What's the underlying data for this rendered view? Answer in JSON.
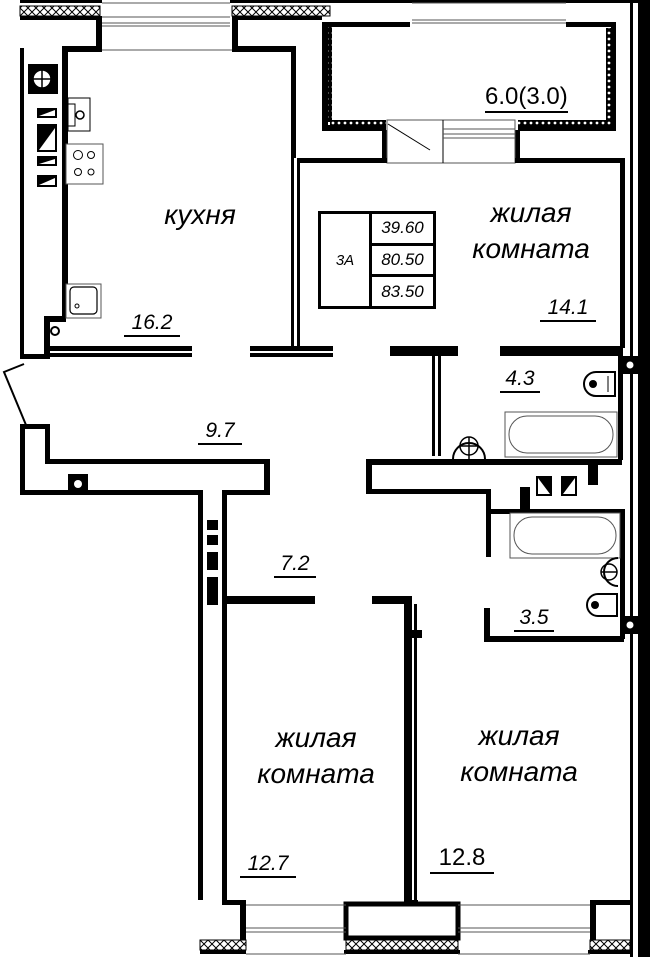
{
  "plan": {
    "apartment_type": "3A",
    "areas_summary": {
      "living_area": "39.60",
      "total_area": "80.50",
      "total_area_with_balcony": "83.50"
    },
    "balcony": {
      "area_label": "6.0(3.0)"
    },
    "rooms": [
      {
        "id": "kitchen",
        "name": "кухня",
        "area": "16.2"
      },
      {
        "id": "living-room-top-right",
        "name_line1": "жилая",
        "name_line2": "комната",
        "area": "14.1"
      },
      {
        "id": "hallway",
        "area": "9.7"
      },
      {
        "id": "corridor",
        "area": "7.2"
      },
      {
        "id": "bathroom-1",
        "area": "4.3"
      },
      {
        "id": "bathroom-2",
        "area": "3.5"
      },
      {
        "id": "living-room-bottom-left",
        "name_line1": "жилая",
        "name_line2": "комната",
        "area": "12.7"
      },
      {
        "id": "living-room-bottom-right",
        "name_line1": "жилая",
        "name_line2": "комната",
        "area": "12.8"
      }
    ],
    "colors": {
      "wall": "#000000",
      "background": "#ffffff",
      "glazing": "#555555"
    }
  }
}
